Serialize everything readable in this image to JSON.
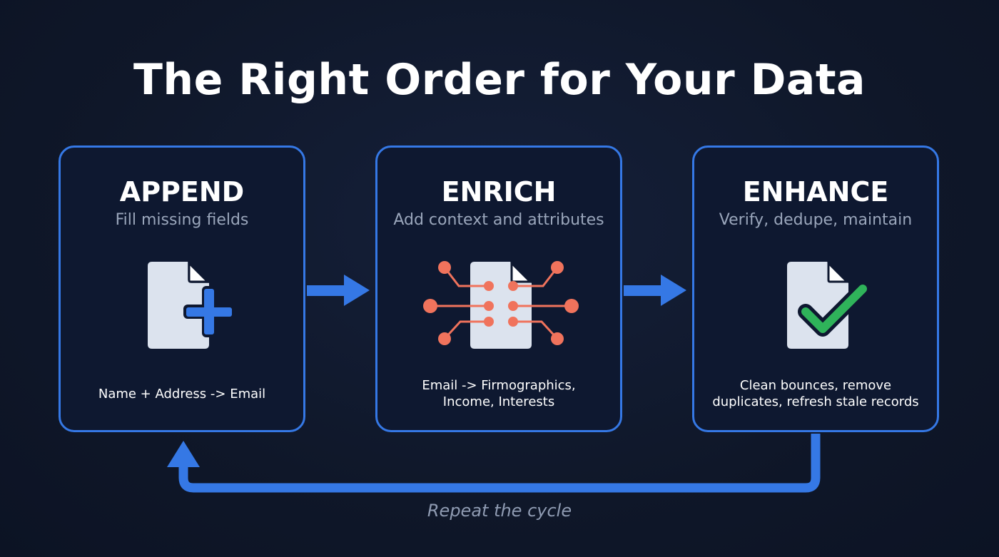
{
  "title": "The Right Order for Your Data",
  "colors": {
    "background": "#0f1729",
    "accent_blue": "#3578e5",
    "document": "#dce3ee",
    "enrich_nodes": "#f0735c",
    "check_green": "#2fb35a"
  },
  "steps": [
    {
      "title": "APPEND",
      "subtitle": "Fill missing fields",
      "icon": "document-plus-icon",
      "description_lines": [
        "Name + Address -> Email"
      ]
    },
    {
      "title": "ENRICH",
      "subtitle": "Add context and attributes",
      "icon": "document-network-icon",
      "description_lines": [
        "Email -> Firmographics,",
        "Income, Interests"
      ]
    },
    {
      "title": "ENHANCE",
      "subtitle": "Verify, dedupe, maintain",
      "icon": "document-check-icon",
      "description_lines": [
        "Clean bounces, remove",
        "duplicates, refresh stale records"
      ]
    }
  ],
  "loop_label": "Repeat the cycle"
}
